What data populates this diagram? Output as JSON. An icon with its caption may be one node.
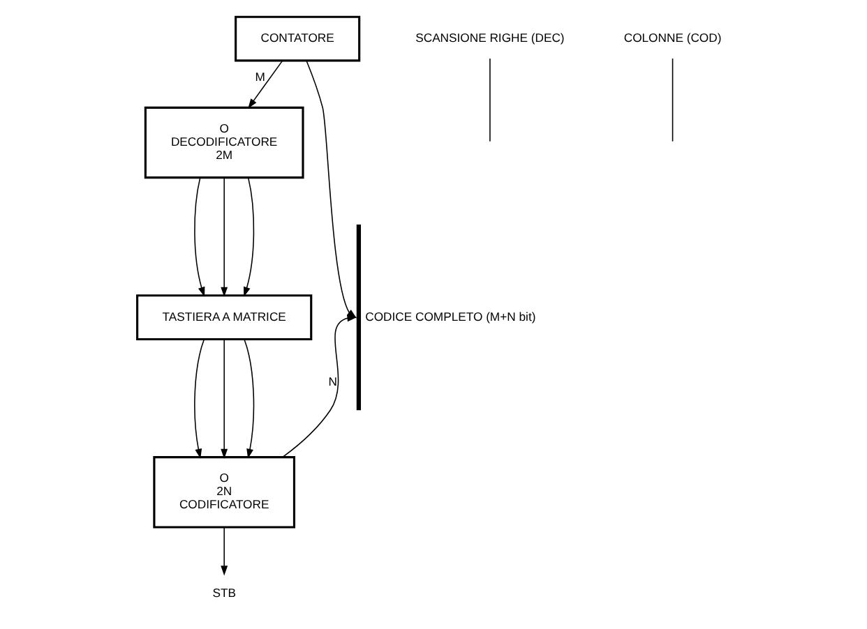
{
  "diagram": {
    "nodes": [
      {
        "text": [
          "CONTATORE"
        ]
      },
      {
        "text": [
          "O",
          "DECODIFICATORE",
          "2M"
        ]
      },
      {
        "text": [
          "TASTIERA A MATRICE"
        ]
      },
      {
        "text": [
          "O",
          "2N",
          "CODIFICATORE"
        ]
      },
      {
        "text": [],
        "shape": "bar",
        "beside": [
          "CODICE COMPLETO (M+N bit)"
        ]
      },
      {
        "text": [
          "STB"
        ]
      },
      {
        "text": [
          "SCANSIONE RIGHE (DEC)"
        ]
      },
      {
        "text": [
          "COLONNE (COD)"
        ]
      }
    ],
    "edges": [
      {
        "from": 0,
        "to": 4,
        "arrow": "to"
      },
      {
        "from": 0,
        "to": 1,
        "arrow": "to",
        "label": "M"
      },
      {
        "from": 1,
        "to": 2,
        "arrow": "to"
      },
      {
        "from": 1,
        "to": 2,
        "arrow": "to"
      },
      {
        "from": 1,
        "to": 2,
        "arrow": "to"
      },
      {
        "from": 2,
        "to": 3,
        "arrow": "to"
      },
      {
        "from": 2,
        "to": 3,
        "arrow": "to"
      },
      {
        "from": 2,
        "to": 3,
        "arrow": "to"
      },
      {
        "from": 3,
        "to": 4,
        "arrow": "to",
        "label": "N"
      },
      {
        "from": 3,
        "to": 5,
        "arrow": "to"
      },
      {
        "from": 6,
        "to": null,
        "arrow": "none"
      },
      {
        "from": 7,
        "to": null,
        "arrow": "none"
      }
    ]
  }
}
